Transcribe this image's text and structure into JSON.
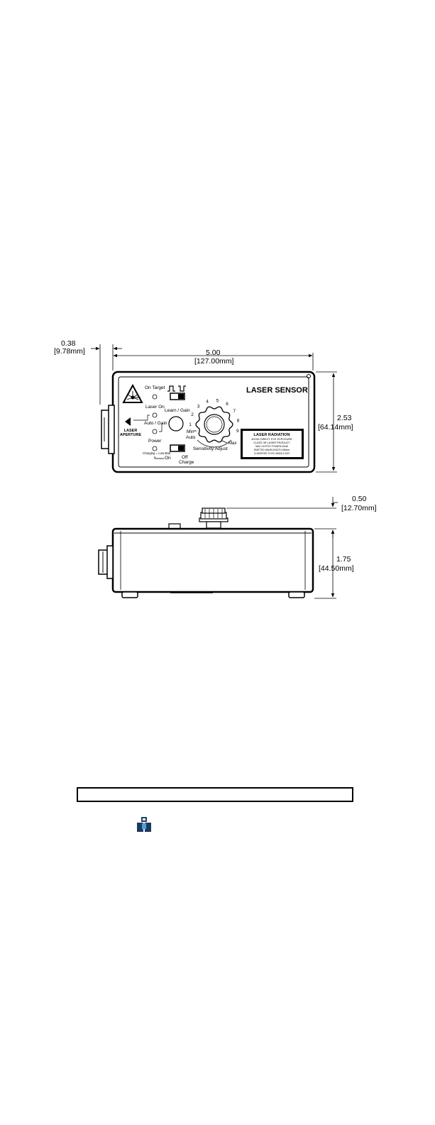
{
  "dimensions": {
    "offset_in": "0.38",
    "offset_mm": "[9.78mm]",
    "width_in": "5.00",
    "width_mm": "[127.00mm]",
    "height_in": "2.53",
    "height_mm": "[64.14mm]",
    "knob_in": "0.50",
    "knob_mm": "[12.70mm]",
    "depth_in": "1.75",
    "depth_mm": "[44.50mm]"
  },
  "panel": {
    "title": "LASER SENSOR",
    "on_target": "On Target",
    "laser_on": "Laser On",
    "auto_gain": "Auto / Gain",
    "learn_gain": "Learn / Gain",
    "power": "Power",
    "charging_status": "Charging = Low Batt",
    "on": "On",
    "off": "Off",
    "charge": "Charge",
    "aperture_line1": "LASER",
    "aperture_line2": "APERTURE",
    "sensitivity_adjust": "Sensitivity Adjust",
    "min": "Min",
    "auto": "Auto",
    "max": "Max",
    "dial_numbers": [
      "1",
      "2",
      "3",
      "4",
      "5",
      "6",
      "7",
      "8",
      "9"
    ]
  },
  "warning_label": {
    "title": "LASER RADIATION",
    "line1": "AVOID DIRECT EYE EXPOSURE",
    "line2": "CLASS 3R LASER PRODUCT",
    "line3": "MAX OUTPUT POWER<5mW",
    "line4": "EMITTED WAVELENGTH 650nm",
    "line5": "CLASSIFIED TO IEC 60825-1:2007"
  },
  "icons": {
    "laser_hazard": "laser-hazard-icon",
    "pulse_normal": "pulse-icon",
    "pulse_inverted": "inverted-pulse-icon",
    "logo": "app-logo-icon"
  }
}
